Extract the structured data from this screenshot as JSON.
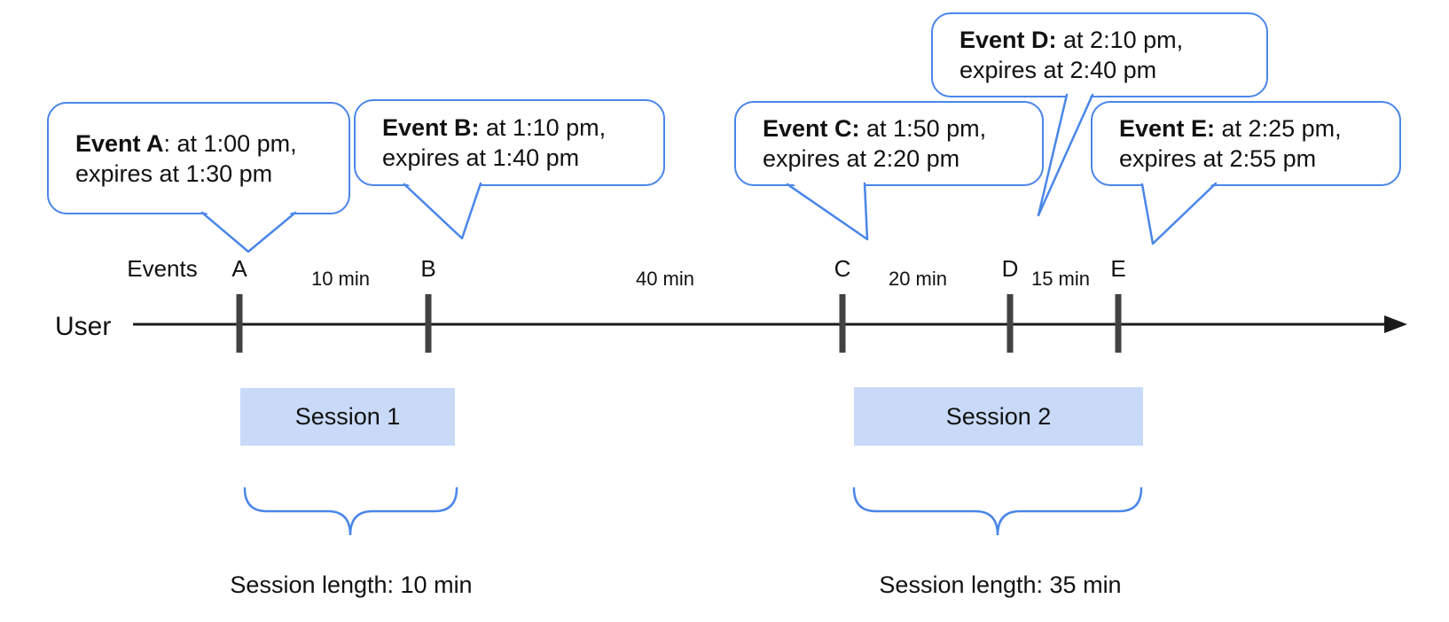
{
  "colors": {
    "accent_blue": "#4a86e8",
    "session_fill": "#c9daf8",
    "tick_gray": "#424242",
    "axis_black": "#1b1b1b",
    "text_black": "#111111"
  },
  "bubbles": [
    {
      "id": "A",
      "bold": "Event A",
      "rest": ": at 1:00 pm,",
      "line2": "expires at 1:30 pm"
    },
    {
      "id": "B",
      "bold": "Event B:",
      "rest": " at 1:10 pm,",
      "line2": "expires at 1:40 pm"
    },
    {
      "id": "C",
      "bold": "Event C:",
      "rest": " at 1:50 pm,",
      "line2": "expires at 2:20 pm"
    },
    {
      "id": "D",
      "bold": "Event D:",
      "rest": " at 2:10 pm,",
      "line2": "expires at 2:40 pm"
    },
    {
      "id": "E",
      "bold": "Event E:",
      "rest": " at 2:25 pm,",
      "line2": "expires at 2:55 pm"
    }
  ],
  "timeline": {
    "row_label": "User",
    "events_label": "Events",
    "event_marks": [
      {
        "label": "A"
      },
      {
        "label": "B"
      },
      {
        "label": "C"
      },
      {
        "label": "D"
      },
      {
        "label": "E"
      }
    ],
    "interval_labels": [
      "10 min",
      "40 min",
      "20 min",
      "15 min"
    ]
  },
  "sessions": [
    {
      "label": "Session 1",
      "length_caption": "Session length: 10 min"
    },
    {
      "label": "Session 2",
      "length_caption": "Session length: 35 min"
    }
  ]
}
